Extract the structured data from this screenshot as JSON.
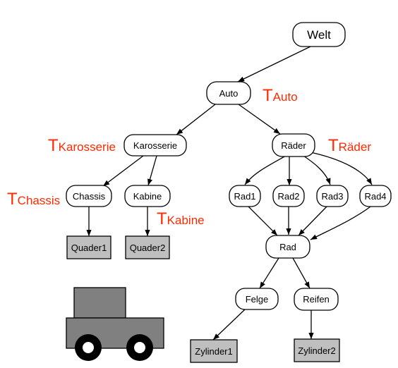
{
  "nodes": {
    "welt": "Welt",
    "auto": "Auto",
    "karosserie": "Karosserie",
    "raeder": "Räder",
    "chassis": "Chassis",
    "kabine": "Kabine",
    "rad1": "Rad1",
    "rad2": "Rad2",
    "rad3": "Rad3",
    "rad4": "Rad4",
    "quader1": "Quader1",
    "quader2": "Quader2",
    "rad": "Rad",
    "felge": "Felge",
    "reifen": "Reifen",
    "zylinder1": "Zylinder1",
    "zylinder2": "Zylinder2"
  },
  "transforms": {
    "t_symbol": "T",
    "auto": "Auto",
    "karosserie": "Karosserie",
    "raeder": "Räder",
    "chassis": "Chassis",
    "kabine": "Kabine"
  },
  "colors": {
    "transform_label": "#ff2a00",
    "leaf_fill": "#bfbfbf",
    "car_body": "#808080"
  }
}
